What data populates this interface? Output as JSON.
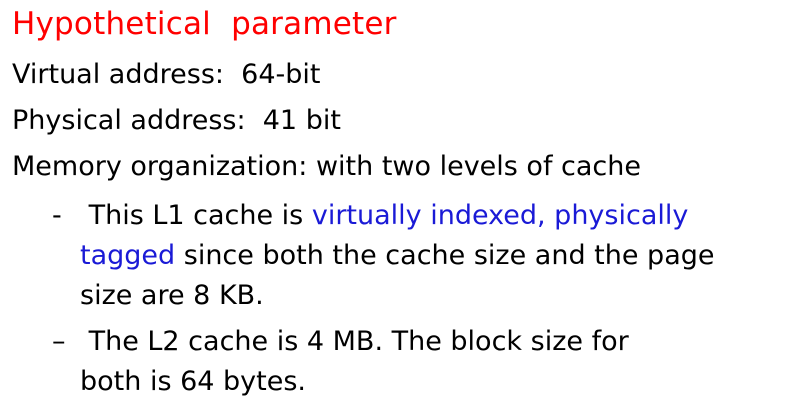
{
  "slide": {
    "title": "Hypothetical  parameter",
    "lines": [
      "Virtual address:  64-bit",
      "Physical address:  41 bit",
      "Memory organization: with two levels of cache"
    ],
    "bullets": [
      {
        "marker": "-",
        "line1_pre": " This L1 cache is ",
        "line1_hl": "virtually indexed, physically",
        "line2_hl": "tagged",
        "line2_post": " since both the cache size and the page",
        "line3": "size are 8 KB."
      },
      {
        "marker": "–",
        "line1": " The L2 cache is 4 MB. The block size for",
        "line2": "both is 64 bytes."
      }
    ]
  },
  "colors": {
    "title": "#ff0000",
    "highlight": "#1a1ad6",
    "text": "#000000",
    "background": "#ffffff"
  }
}
